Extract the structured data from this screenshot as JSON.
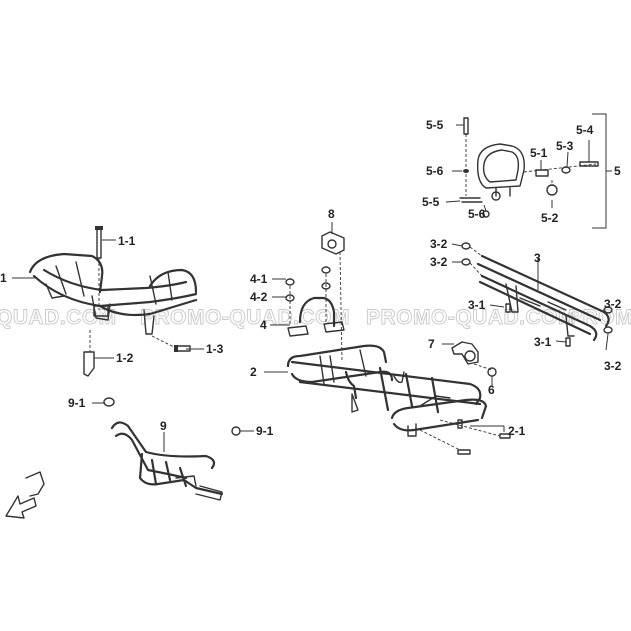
{
  "watermark": {
    "left": "QUAD.COM",
    "center": "PROMO-QUAD.COM",
    "right_a": "PROMO-QUAD.COM",
    "right_b": "PROMO"
  },
  "labels": {
    "p1": "1",
    "p1_1": "1-1",
    "p1_2": "1-2",
    "p1_3": "1-3",
    "p2": "2",
    "p2_1": "2-1",
    "p3": "3",
    "p3_1a": "3-1",
    "p3_1b": "3-1",
    "p3_2a": "3-2",
    "p3_2b": "3-2",
    "p3_2c": "3-2",
    "p3_2d": "3-2",
    "p4": "4",
    "p4_1": "4-1",
    "p4_2": "4-2",
    "p5": "5",
    "p5_1": "5-1",
    "p5_2": "5-2",
    "p5_3": "5-3",
    "p5_4": "5-4",
    "p5_5a": "5-5",
    "p5_5b": "5-5",
    "p5_6a": "5-6",
    "p5_6b": "5-6",
    "p6": "6",
    "p7": "7",
    "p8": "8",
    "p9": "9",
    "p9_1a": "9-1",
    "p9_1b": "9-1"
  },
  "icons": {
    "front_arrow": "front-direction-arrow-icon"
  }
}
